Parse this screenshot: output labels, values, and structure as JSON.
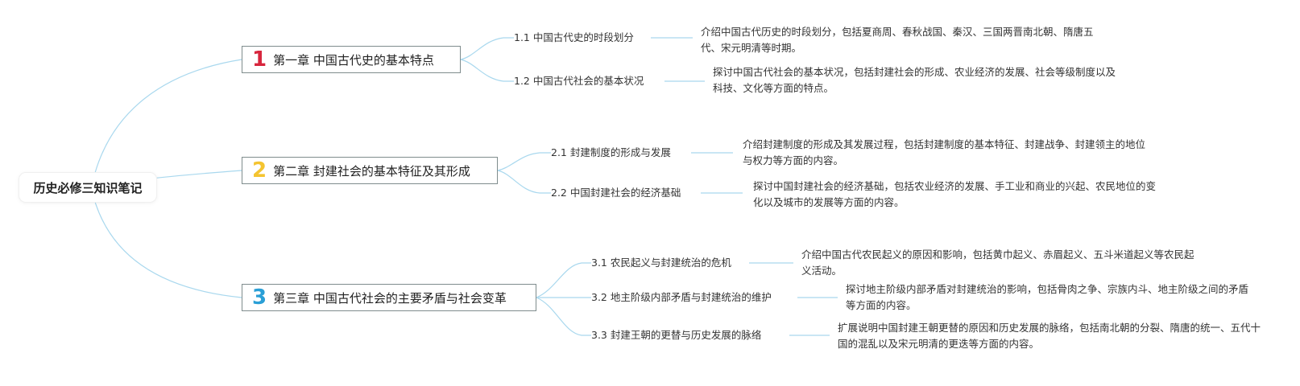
{
  "root": {
    "title": "历史必修三知识笔记"
  },
  "colors": {
    "link": "#a9d8ee",
    "num1": "#d7263d",
    "num2": "#f4c430",
    "num3": "#2a9fd6"
  },
  "chapters": [
    {
      "num": "1",
      "title": "第一章 中国古代史的基本特点",
      "sections": [
        {
          "title": "1.1 中国古代史的时段划分",
          "desc": "介绍中国古代历史的时段划分，包括夏商周、春秋战国、秦汉、三国两晋南北朝、隋唐五代、宋元明清等时期。"
        },
        {
          "title": "1.2 中国古代社会的基本状况",
          "desc": "探讨中国古代社会的基本状况，包括封建社会的形成、农业经济的发展、社会等级制度以及科技、文化等方面的特点。"
        }
      ]
    },
    {
      "num": "2",
      "title": "第二章 封建社会的基本特征及其形成",
      "sections": [
        {
          "title": "2.1 封建制度的形成与发展",
          "desc": "介绍封建制度的形成及其发展过程，包括封建制度的基本特征、封建战争、封建领主的地位与权力等方面的内容。"
        },
        {
          "title": "2.2 中国封建社会的经济基础",
          "desc": "探讨中国封建社会的经济基础，包括农业经济的发展、手工业和商业的兴起、农民地位的变化以及城市的发展等方面的内容。"
        }
      ]
    },
    {
      "num": "3",
      "title": "第三章 中国古代社会的主要矛盾与社会变革",
      "sections": [
        {
          "title": "3.1 农民起义与封建统治的危机",
          "desc": "介绍中国古代农民起义的原因和影响，包括黄巾起义、赤眉起义、五斗米道起义等农民起义活动。"
        },
        {
          "title": "3.2 地主阶级内部矛盾与封建统治的维护",
          "desc": "探讨地主阶级内部矛盾对封建统治的影响，包括骨肉之争、宗族内斗、地主阶级之间的矛盾等方面的内容。"
        },
        {
          "title": "3.3 封建王朝的更替与历史发展的脉络",
          "desc": "扩展说明中国封建王朝更替的原因和历史发展的脉络，包括南北朝的分裂、隋唐的统一、五代十国的混乱以及宋元明清的更迭等方面的内容。"
        }
      ]
    }
  ]
}
